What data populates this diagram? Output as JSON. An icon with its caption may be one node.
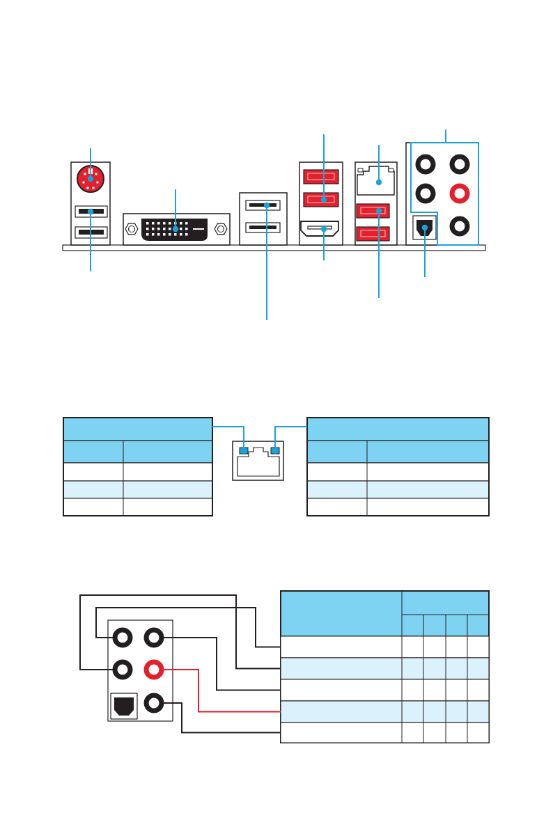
{
  "diagram": {
    "nodes": [
      {
        "text": [],
        "shape": "circle"
      },
      {
        "text": [],
        "shape": "box"
      },
      {
        "text": [],
        "shape": "box"
      },
      {
        "text": [],
        "shape": "box"
      },
      {
        "text": [],
        "shape": "box"
      },
      {
        "text": [],
        "shape": "box"
      },
      {
        "text": [],
        "shape": "box"
      },
      {
        "text": [],
        "shape": "box"
      },
      {
        "text": [],
        "shape": "box"
      },
      {
        "text": [],
        "shape": "box"
      },
      {
        "text": [],
        "shape": "box"
      },
      {
        "text": [],
        "shape": "box"
      },
      {
        "text": [],
        "shape": "box",
        "in": 11
      },
      {
        "text": [],
        "shape": "box",
        "in": 11
      },
      {
        "text": [],
        "shape": "box"
      },
      {
        "text": [],
        "shape": "box"
      },
      {
        "text": [],
        "shape": "circle",
        "in": 15
      },
      {
        "text": [],
        "shape": "circle",
        "in": 15
      },
      {
        "text": [],
        "shape": "circle",
        "in": 15
      },
      {
        "text": [],
        "shape": "circle",
        "in": 15
      },
      {
        "text": [],
        "shape": "box",
        "in": 15
      },
      {
        "text": [],
        "shape": "circle",
        "in": 15
      },
      {
        "text": [],
        "shape": "box"
      },
      {
        "text": [],
        "shape": "box",
        "in": 22
      },
      {
        "text": [],
        "shape": "box",
        "in": 22
      },
      {
        "text": [],
        "shape": "box",
        "in": 22
      },
      {
        "text": [],
        "shape": "box",
        "in": 22
      },
      {
        "text": [],
        "shape": "box",
        "in": 22
      },
      {
        "text": [],
        "shape": "box"
      },
      {
        "text": [],
        "shape": "box"
      },
      {
        "text": [],
        "shape": "box"
      },
      {
        "text": [],
        "shape": "box"
      }
    ],
    "edges": [
      {
        "from": null,
        "to": 0,
        "arrow": "other"
      },
      {
        "from": null,
        "to": 1,
        "arrow": "other"
      },
      {
        "from": null,
        "to": 2,
        "arrow": "other"
      },
      {
        "from": null,
        "to": 3,
        "arrow": "other"
      },
      {
        "from": null,
        "to": 4,
        "arrow": "other"
      },
      {
        "from": null,
        "to": 5,
        "arrow": "other"
      },
      {
        "from": null,
        "to": 6,
        "arrow": "other"
      },
      {
        "from": null,
        "to": 7,
        "arrow": "other"
      },
      {
        "from": null,
        "to": 8,
        "arrow": "none"
      },
      {
        "from": null,
        "to": 9,
        "arrow": "other"
      },
      {
        "from": 10,
        "to": 12,
        "arrow": "other"
      },
      {
        "from": 14,
        "to": 13,
        "arrow": "other"
      },
      {
        "from": 16,
        "to": 23,
        "arrow": "none",
        "color": "#231f20"
      },
      {
        "from": 18,
        "to": 24,
        "arrow": "none",
        "color": "#231f20"
      },
      {
        "from": 17,
        "to": 25,
        "arrow": "none",
        "color": "#231f20"
      },
      {
        "from": 19,
        "to": 26,
        "arrow": "none",
        "color": "#e3202b"
      },
      {
        "from": 21,
        "to": 27,
        "arrow": "none",
        "color": "#231f20"
      }
    ]
  }
}
